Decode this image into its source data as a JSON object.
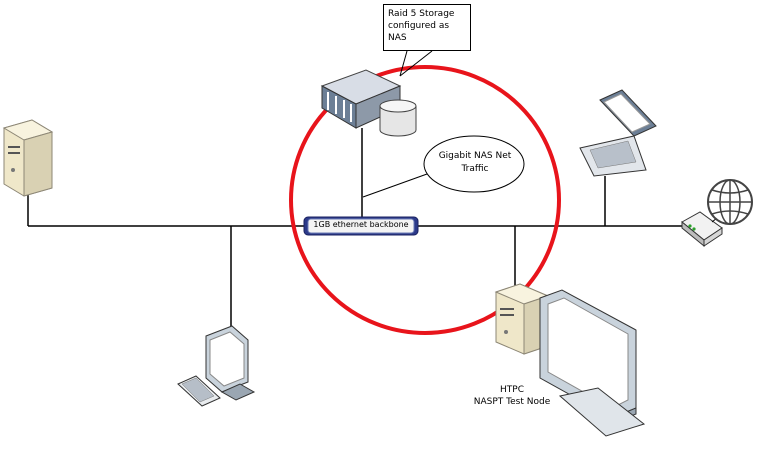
{
  "callout": {
    "line1": "Raid 5 Storage",
    "line2": "configured as",
    "line3": "NAS"
  },
  "bubble": {
    "line1": "Gigabit NAS Net",
    "line2": "Traffic"
  },
  "backbone": {
    "label": "1GB ethernet backbone"
  },
  "htpc": {
    "line1": "HTPC",
    "line2": "NASPT Test Node"
  },
  "colors": {
    "highlight_ring": "#e8141b",
    "line": "#000000",
    "device_body": "#efe7c9",
    "device_shadow": "#8d8776",
    "server_blue": "#6c7f96",
    "monitor_frame": "#c9d3dc"
  },
  "icons": [
    "tower-pc-icon",
    "nas-server-icon",
    "disk-cylinder-icon",
    "laptop-icon",
    "router-icon",
    "globe-icon",
    "desktop-pc-icon",
    "htpc-tower-icon",
    "htpc-monitor-icon"
  ]
}
